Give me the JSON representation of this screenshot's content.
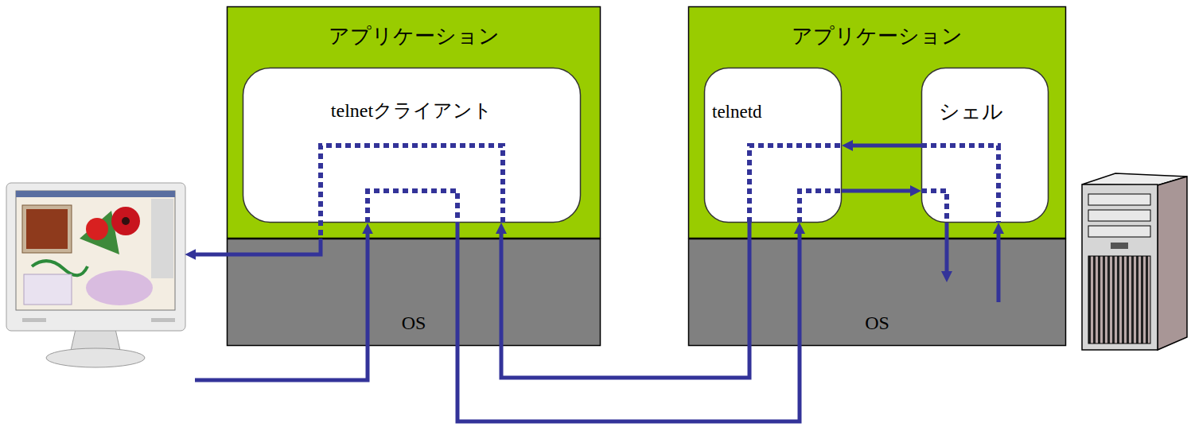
{
  "diagram": {
    "nodes": [
      {
        "text": [
          "アプリケーション"
        ]
      },
      {
        "text": [
          "telnetクライアント"
        ],
        "in": 0
      },
      {
        "text": [
          "OS"
        ]
      },
      {
        "text": [
          "アプリケーション"
        ]
      },
      {
        "text": [
          "telnetd"
        ],
        "in": 3
      },
      {
        "text": [
          "シェル"
        ],
        "in": 3
      },
      {
        "text": [
          "OS"
        ]
      }
    ],
    "edges": [
      {
        "from": 4,
        "to": 1,
        "arrow": "to"
      },
      {
        "from": 1,
        "to": 4,
        "arrow": "to"
      },
      {
        "from": 5,
        "to": 4,
        "arrow": "to"
      },
      {
        "from": 4,
        "to": 5,
        "arrow": "to"
      },
      {
        "from": 5,
        "to": 6,
        "arrow": "to"
      },
      {
        "from": 6,
        "to": 5,
        "arrow": "to"
      }
    ]
  }
}
